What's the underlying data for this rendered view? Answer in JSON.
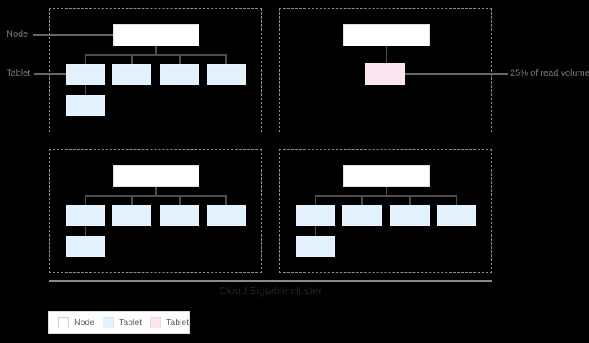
{
  "callouts": {
    "node": "Node",
    "tablet": "Tablet",
    "read_volume": "25% of read volume"
  },
  "cluster_label": "Cloud Bigtable cluster",
  "legend": {
    "items": [
      {
        "label": "Node",
        "swatch": "node"
      },
      {
        "label": "Tablet",
        "swatch": "tablet-blue"
      },
      {
        "label": "Tablet",
        "swatch": "tablet-pink"
      }
    ]
  },
  "zones": [
    {
      "id": "top-left",
      "nodes": 1,
      "tablets": 5,
      "tablet_type": "normal"
    },
    {
      "id": "top-right",
      "nodes": 1,
      "tablets": 1,
      "tablet_type": "hot"
    },
    {
      "id": "bottom-left",
      "nodes": 1,
      "tablets": 5,
      "tablet_type": "normal"
    },
    {
      "id": "bottom-right",
      "nodes": 1,
      "tablets": 5,
      "tablet_type": "normal"
    }
  ],
  "colors": {
    "background": "#000000",
    "node_fill": "#ffffff",
    "node_border": "#e0e0e0",
    "tablet_fill": "#e2f1fc",
    "hot_tablet_fill": "#fae4ed",
    "connector_line": "#4d4d4d",
    "callout_line": "#666666",
    "callout_text": "#757575",
    "dashed_border": "#8f8f8f",
    "cluster_rule": "#8a8a8a",
    "cluster_text": "#212121",
    "legend_text": "#616161"
  }
}
